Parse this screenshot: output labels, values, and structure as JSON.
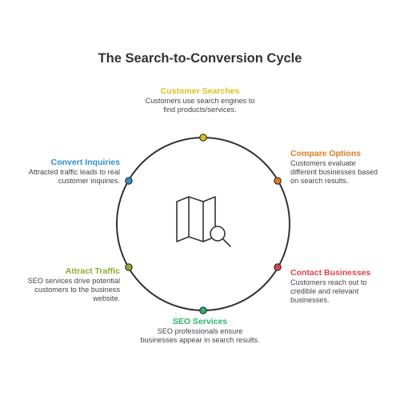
{
  "title": "The Search-to-Conversion Cycle",
  "steps": [
    {
      "heading": "Customer Searches",
      "text": "Customers use search engines to find products/services.",
      "color": "#D9C21A"
    },
    {
      "heading": "Compare Options",
      "text": "Customers evaluate different businesses based on search results.",
      "color": "#E07A22"
    },
    {
      "heading": "Contact Businesses",
      "text": "Customers reach out to credible and relevant businesses.",
      "color": "#E0424A"
    },
    {
      "heading": "SEO Services",
      "text": "SEO professionals ensure businesses appear in search results.",
      "color": "#2BB56B"
    },
    {
      "heading": "Attract Traffic",
      "text": "SEO services drive potential customers to the business website.",
      "color": "#8AAE2A"
    },
    {
      "heading": "Convert Inquiries",
      "text": "Attracted traffic leads to real customer inquiries.",
      "color": "#2C8FCF"
    }
  ],
  "center_icon": "map-search-icon",
  "ring_color": "#333333"
}
